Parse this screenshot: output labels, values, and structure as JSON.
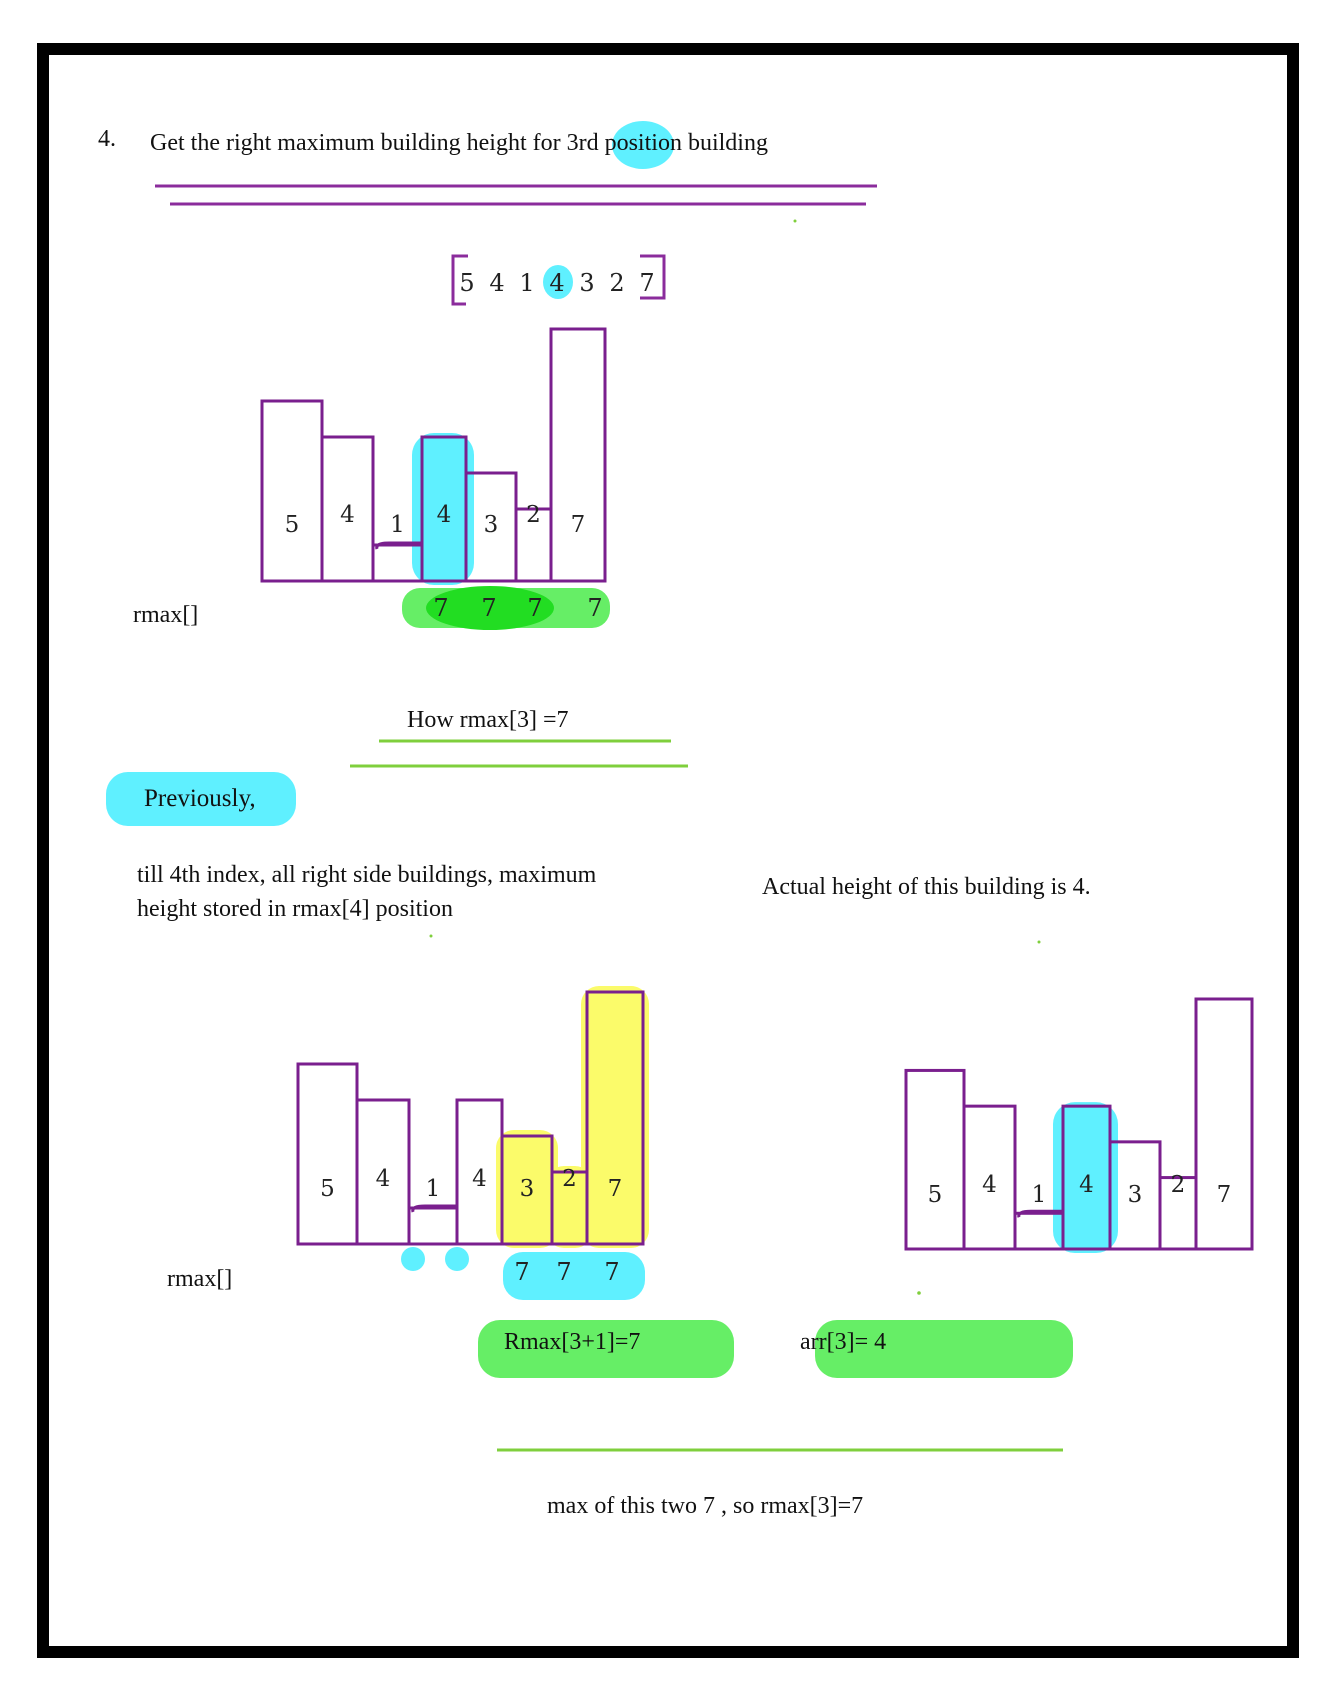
{
  "step_number": "4.",
  "heading": "Get the right maximum building height for 3rd position building",
  "array": {
    "values": [
      "5",
      "4",
      "1",
      "4",
      "3",
      "2",
      "7"
    ],
    "highlighted_index": 3
  },
  "top_diagram": {
    "heights": [
      5,
      4,
      1,
      4,
      3,
      2,
      7
    ],
    "labels": [
      "5",
      "4",
      "1",
      "4",
      "3",
      "2",
      "7"
    ],
    "highlighted_index": 3,
    "rmax_label": "rmax[]",
    "rmax_values": [
      "7",
      "7",
      "7",
      "7"
    ]
  },
  "question": "How rmax[3] =7",
  "previously_label": "Previously,",
  "explanation_left_line1": "till 4th index, all right side buildings, maximum",
  "explanation_left_line2": "height stored in rmax[4] position",
  "explanation_right": "Actual height of this building is 4.",
  "bottom_left_diagram": {
    "heights": [
      5,
      4,
      1,
      4,
      3,
      2,
      7
    ],
    "labels": [
      "5",
      "4",
      "1",
      "4",
      "3",
      "2",
      "7"
    ],
    "highlighted_indices": [
      4,
      5,
      6
    ],
    "rmax_label": "rmax[]",
    "rmax_values": [
      "7",
      "7",
      "7"
    ]
  },
  "bottom_right_diagram": {
    "heights": [
      5,
      4,
      1,
      4,
      3,
      2,
      7
    ],
    "labels": [
      "5",
      "4",
      "1",
      "4",
      "3",
      "2",
      "7"
    ],
    "highlighted_index": 3
  },
  "formula_left": "Rmax[3+1]=7",
  "formula_right": "arr[3]= 4",
  "conclusion": "max of this two 7 , so rmax[3]=7",
  "colors": {
    "frame": "#000000",
    "underline_purple": "#8b2c9c",
    "building_stroke": "#7a1f8e",
    "highlight_cyan": "#5ff0ff",
    "highlight_green": "#66ee66",
    "highlight_yellow": "#fbfb6a",
    "underline_green": "#7fcf3c"
  }
}
